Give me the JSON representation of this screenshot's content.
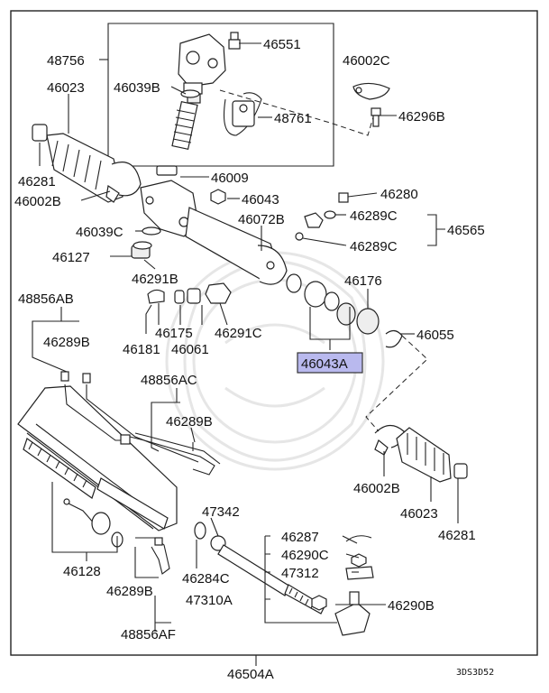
{
  "diagram_code": "3DS3D52",
  "highlight_color": "#b9b9ee",
  "labels": {
    "p48756": "48756",
    "p46551": "46551",
    "p46002c": "46002C",
    "p46023_top": "46023",
    "p46039b": "46039B",
    "p48761": "48761",
    "p46296b": "46296B",
    "p46281_top": "46281",
    "p46009": "46009",
    "p46002b_top": "46002B",
    "p46043": "46043",
    "p46280": "46280",
    "p46072b": "46072B",
    "p46289c_1": "46289C",
    "p46039c": "46039C",
    "p46565": "46565",
    "p46289c_2": "46289C",
    "p46127": "46127",
    "p46291b": "46291B",
    "p46176": "46176",
    "p48856ab": "48856AB",
    "p46289b_left": "46289B",
    "p46175": "46175",
    "p46291c": "46291C",
    "p46181": "46181",
    "p46061": "46061",
    "p46055": "46055",
    "p46043a": "46043A",
    "p48856ac": "48856AC",
    "p46289b_mid": "46289B",
    "p46002b_bottom": "46002B",
    "p46023_bottom": "46023",
    "p46281_bottom": "46281",
    "p47342": "47342",
    "p46287": "46287",
    "p46290c": "46290C",
    "p46128": "46128",
    "p46284c": "46284C",
    "p47312": "47312",
    "p46289b_bottom": "46289B",
    "p47310a": "47310A",
    "p46290b": "46290B",
    "p48856af": "48856AF",
    "p46504a": "46504A"
  }
}
